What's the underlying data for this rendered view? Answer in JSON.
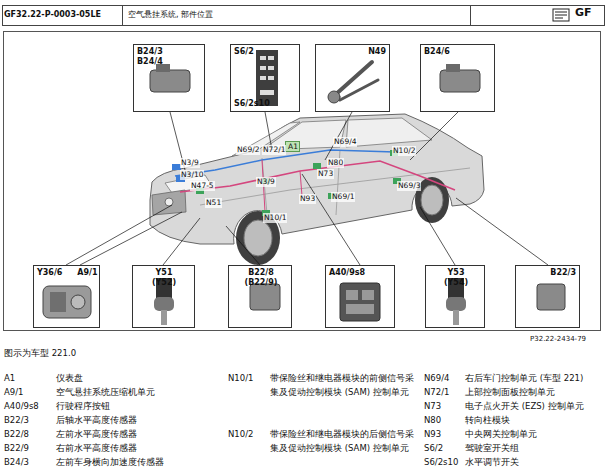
{
  "diagram": {
    "title": "空气悬挂系统, 部件位置",
    "caption": "图示为车型 221.0",
    "nodes": [
      {
        "text": [
          "B24/3 B24/4"
        ]
      },
      {
        "text": [
          "S6/2",
          "S6/2s10"
        ]
      },
      {
        "text": [
          "N49"
        ]
      },
      {
        "text": [
          "B24/6"
        ]
      },
      {
        "text": [
          "A1"
        ]
      },
      {
        "text": [
          "Y36/6 A9/1"
        ]
      },
      {
        "text": [
          "Y51 (Y52)"
        ]
      },
      {
        "text": [
          "B22/8 (B22/9)"
        ]
      },
      {
        "text": [
          "A40/9s8"
        ]
      },
      {
        "text": [
          "Y53 (Y54)"
        ]
      },
      {
        "text": [
          "B22/3"
        ]
      }
    ],
    "labels": [
      "GF32.22-P-0003-05LE",
      "GF",
      "N3/9",
      "N3/10",
      "N47-5",
      "N69/2",
      "N72/1",
      "N69/4",
      "N10/2",
      "N80",
      "N73",
      "N3/9",
      "N93",
      "N69/1",
      "N51",
      "N10/1",
      "N69/3",
      "P32.22-2434-79",
      "A1",
      "仪表盘",
      "A9/1",
      "空气悬挂系统压缩机单元",
      "A40/9s8",
      "行驶程序按钮",
      "B22/3",
      "后轴水平高度传感器",
      "B22/8",
      "左前水平高度传感器",
      "B22/9",
      "右前水平高度传感器",
      "B24/3",
      "左前车身横向加速度传感器",
      "N10/1",
      "带保险丝和继电器模块的前侧信号采集及促动控制模块 (SAM) 控制单元",
      "N10/2",
      "带保险丝和继电器模块的后侧信号采集及促动控制模块 (SAM) 控制单元",
      "N69/4",
      "右后车门控制单元 (车型 221)",
      "N72/1",
      "上部控制面板控制单元",
      "N73",
      "电子点火开关 (EZS) 控制单元",
      "N80",
      "转向柱模块",
      "N93",
      "中央网关控制单元",
      "S6/2",
      "驾驶室开关组",
      "S6/2s10",
      "水平调节开关"
    ]
  }
}
